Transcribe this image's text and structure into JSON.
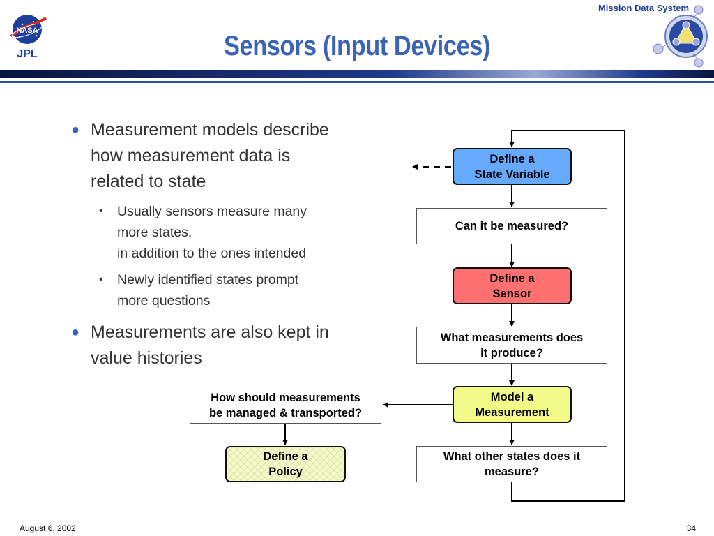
{
  "header": {
    "title": "Sensors (Input Devices)",
    "brand": "Mission Data System",
    "logo_top_text": "NASA",
    "logo_bottom_text": "JPL"
  },
  "bullets": [
    {
      "text": "Measurement models describe how measurement data is related to state",
      "lines": [
        "Measurement models describe",
        "how measurement data is",
        "related to state"
      ],
      "sub": [
        {
          "lines": [
            "Usually sensors measure many",
            "more states,",
            "in addition to the ones intended"
          ]
        },
        {
          "lines": [
            "Newly identified states prompt",
            "more questions"
          ]
        }
      ]
    },
    {
      "lines": [
        "Measurements are also kept in",
        "value histories"
      ]
    }
  ],
  "flow": {
    "define_state": "Define a\nState Variable",
    "can_measure": "Can it be measured?",
    "define_sensor": "Define a\nSensor",
    "what_measurements": "What measurements does\nit produce?",
    "model_measurement": "Model a\nMeasurement",
    "what_other": "What other states does it\nmeasure?",
    "how_managed": "How should measurements\nbe managed & transported?",
    "define_policy": "Define a\nPolicy"
  },
  "colors": {
    "title": "#3b64b4",
    "state_box": "#66aaff",
    "sensor_box": "#ff7070",
    "model_box": "#f3fb88",
    "policy_box": "#f2f8c8"
  },
  "footer": {
    "date": "August 6, 2002",
    "page": "34"
  }
}
